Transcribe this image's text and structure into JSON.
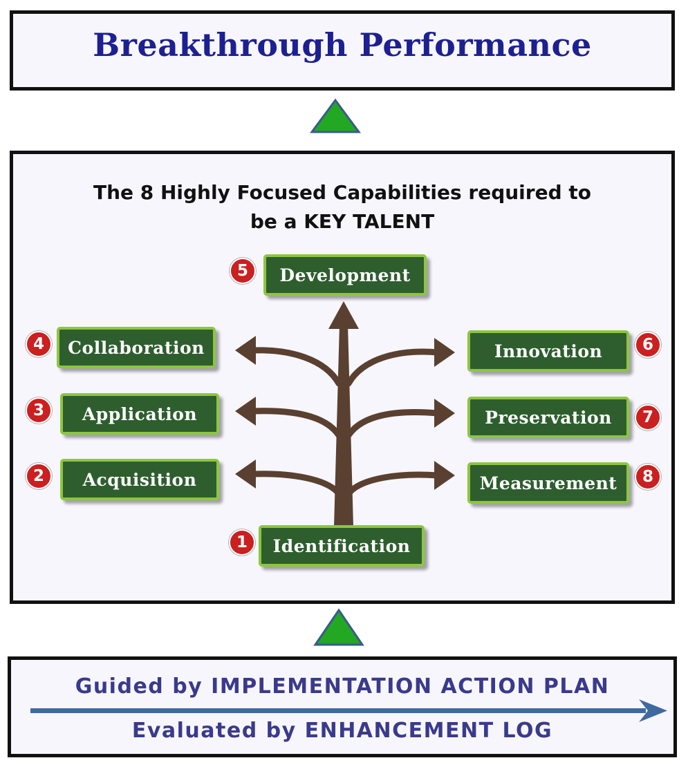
{
  "title": "Breakthrough Performance",
  "heading": {
    "line1": "The 8 Highly Focused Capabilities required to",
    "line2": "be a KEY TALENT"
  },
  "capabilities": [
    {
      "number": "1",
      "label": "Identification"
    },
    {
      "number": "2",
      "label": "Acquisition"
    },
    {
      "number": "3",
      "label": "Application"
    },
    {
      "number": "4",
      "label": "Collaboration"
    },
    {
      "number": "5",
      "label": "Development"
    },
    {
      "number": "6",
      "label": "Innovation"
    },
    {
      "number": "7",
      "label": "Preservation"
    },
    {
      "number": "8",
      "label": "Measurement"
    }
  ],
  "footer": {
    "guided": "Guided by IMPLEMENTATION ACTION PLAN",
    "evaluated": "Evaluated by ENHANCEMENT LOG"
  },
  "colors": {
    "title": "#1d2090",
    "box_fill": "#2e5e2e",
    "box_border": "#8dc63f",
    "badge": "#cc1f1f",
    "tree": "#5a4030",
    "triangle": "#22a822",
    "footer_text": "#3a3a8c"
  }
}
